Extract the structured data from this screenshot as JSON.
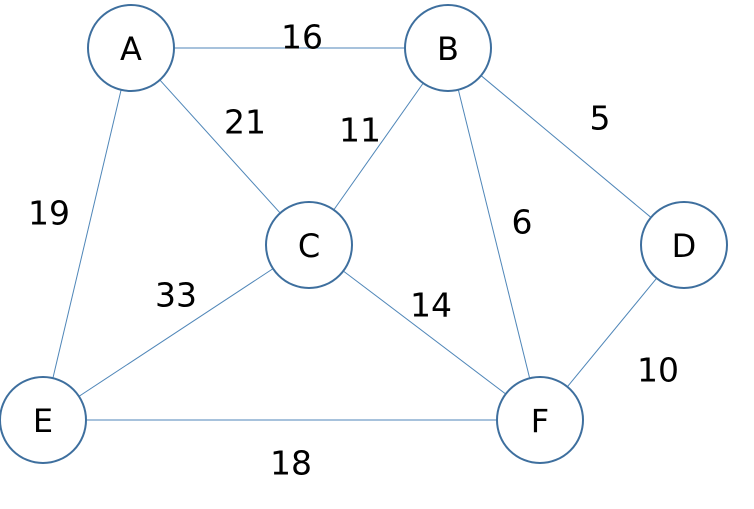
{
  "nodes": [
    {
      "id": "A",
      "label": "A"
    },
    {
      "id": "B",
      "label": "B"
    },
    {
      "id": "C",
      "label": "C"
    },
    {
      "id": "D",
      "label": "D"
    },
    {
      "id": "E",
      "label": "E"
    },
    {
      "id": "F",
      "label": "F"
    }
  ],
  "edges": [
    {
      "from": "A",
      "to": "B",
      "weight": "16"
    },
    {
      "from": "A",
      "to": "C",
      "weight": "21"
    },
    {
      "from": "A",
      "to": "E",
      "weight": "19"
    },
    {
      "from": "B",
      "to": "C",
      "weight": "11"
    },
    {
      "from": "B",
      "to": "D",
      "weight": "5"
    },
    {
      "from": "B",
      "to": "F",
      "weight": "6"
    },
    {
      "from": "C",
      "to": "E",
      "weight": "33"
    },
    {
      "from": "C",
      "to": "F",
      "weight": "14"
    },
    {
      "from": "D",
      "to": "F",
      "weight": "10"
    },
    {
      "from": "E",
      "to": "F",
      "weight": "18"
    }
  ]
}
